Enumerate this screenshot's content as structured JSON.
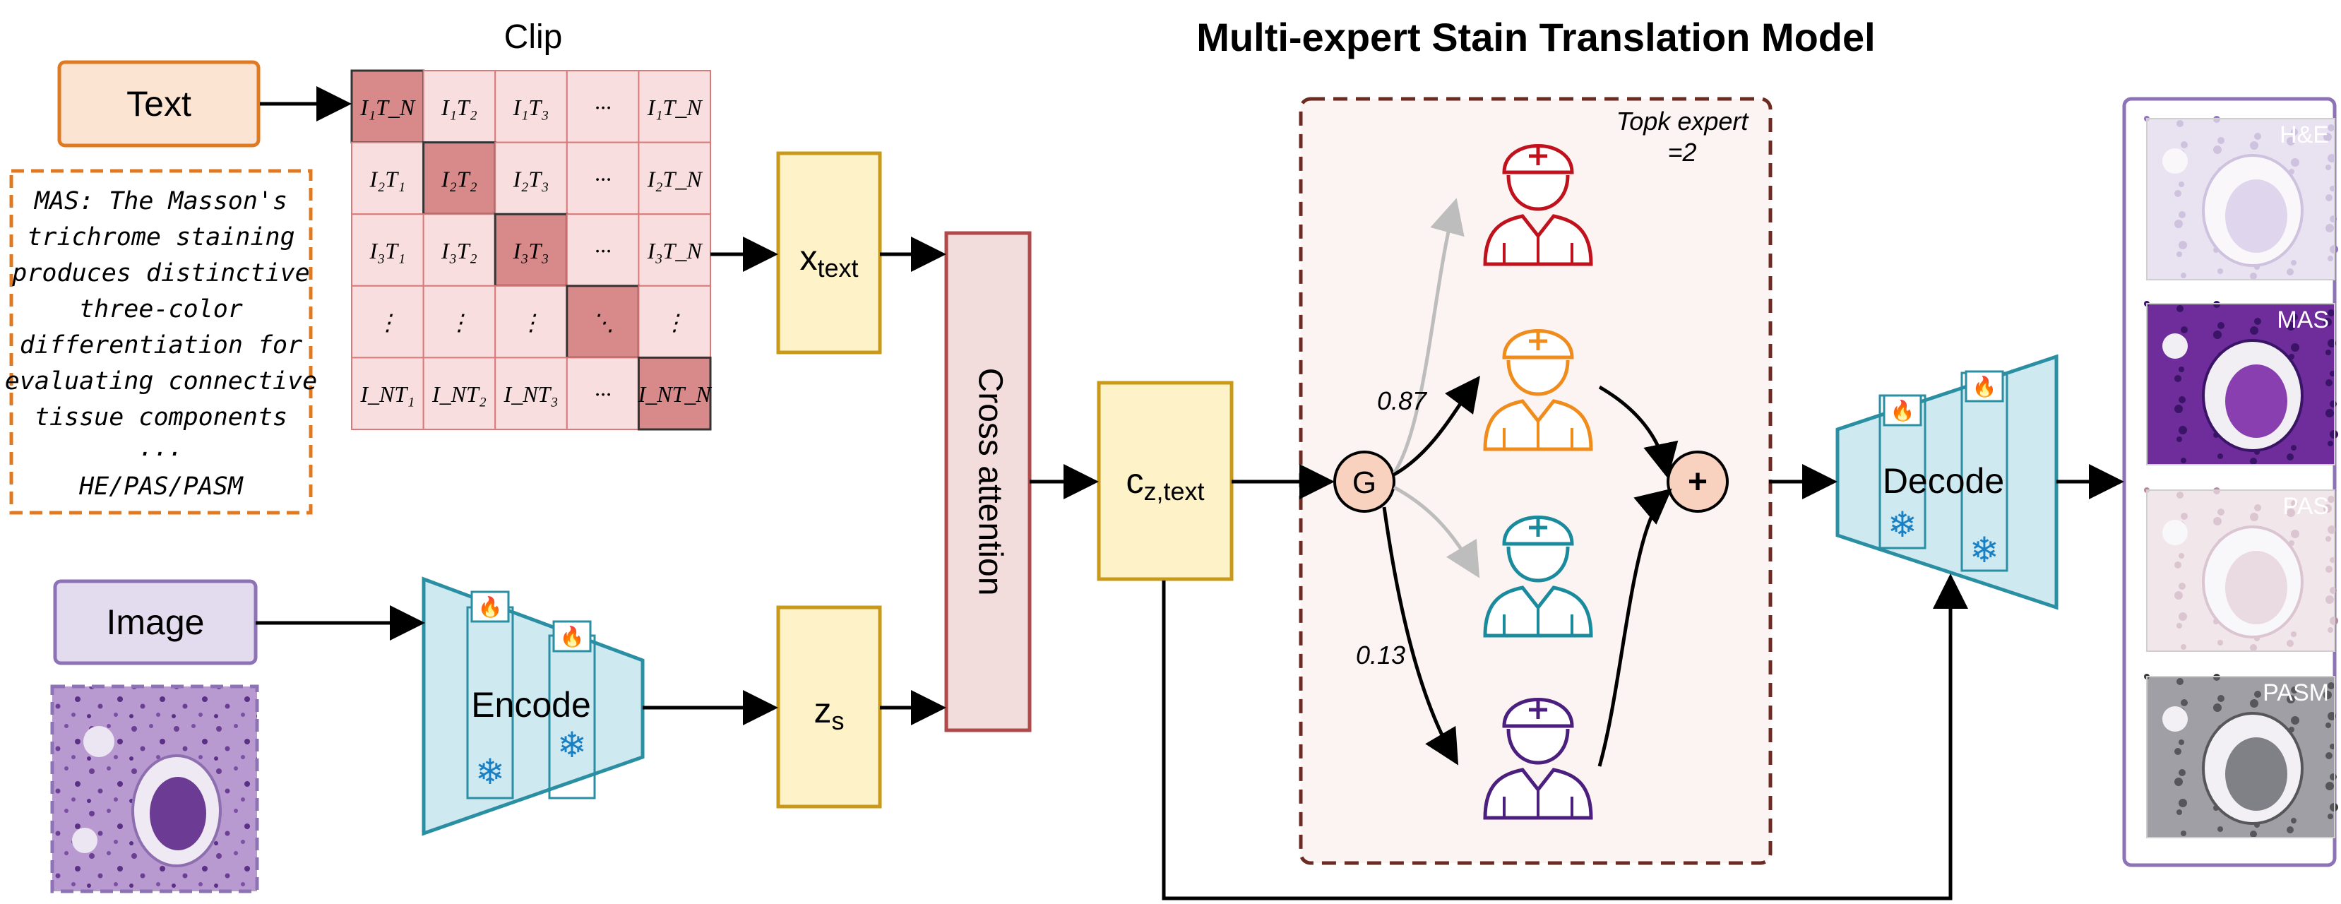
{
  "title": "Multi-expert Stain Translation Model",
  "text_box": {
    "label": "Text"
  },
  "text_prompt": {
    "lines": [
      "MAS: The Masson's",
      "trichrome staining",
      "produces distinctive",
      "three-color",
      "differentiation for",
      "evaluating connective",
      "tissue components",
      "...",
      "HE/PAS/PASM"
    ]
  },
  "image_box": {
    "label": "Image"
  },
  "clip": {
    "title": "Clip",
    "matrix": [
      [
        "I₁T_N",
        "I₁T₂",
        "I₁T₃",
        "···",
        "I₁T_N"
      ],
      [
        "I₂T₁",
        "I₂T₂",
        "I₂T₃",
        "···",
        "I₂T_N"
      ],
      [
        "I₃T₁",
        "I₃T₂",
        "I₃T₃",
        "···",
        "I₃T_N"
      ],
      [
        "⋮",
        "⋮",
        "⋮",
        "⋱",
        "⋮"
      ],
      [
        "I_NT₁",
        "I_NT₂",
        "I_NT₃",
        "···",
        "I_NT_N"
      ]
    ]
  },
  "x_text": {
    "main": "x",
    "sub": "text"
  },
  "z_s": {
    "main": "z",
    "sub": "s"
  },
  "cross_attention": {
    "label": "Cross attention"
  },
  "c_z_text": {
    "main": "c",
    "sub": "z,text"
  },
  "encoder": {
    "label": "Encode"
  },
  "decoder": {
    "label": "Decode"
  },
  "moe": {
    "topk_line1": "Topk expert",
    "topk_line2": "=2",
    "gate_label": "G",
    "sum_label": "+",
    "weight_top": "0.87",
    "weight_bottom": "0.13",
    "expert_colors": [
      "#c0121c",
      "#f08c1c",
      "#1a8b9d",
      "#4b1f7e"
    ]
  },
  "outputs": {
    "labels": [
      "H&E",
      "MAS",
      "PAS",
      "PASM"
    ]
  },
  "colors": {
    "orange_border": "#e07a22",
    "orange_fill": "#fce4d2",
    "purple_border": "#8d72b5",
    "purple_fill": "#e3dcef",
    "yellow_border": "#c99a1a",
    "yellow_fill": "#fdf2c8",
    "pink_border": "#b04a4a",
    "pink_fill": "#f3dcdc",
    "teal_border": "#2b8fa3",
    "teal_fill": "#cfe9f1",
    "moe_border": "#6b2b22",
    "moe_fill": "#fcf3f3",
    "gate_fill": "#f9d2bf"
  }
}
